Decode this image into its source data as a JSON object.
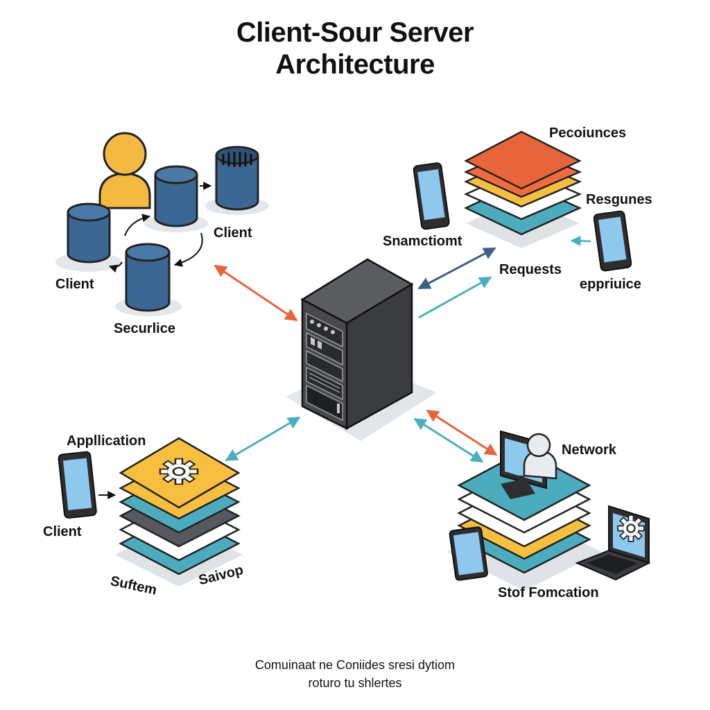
{
  "title": {
    "line1": "Client-Sour Server",
    "line2": "Architecture"
  },
  "labels": {
    "client_db_right": "Client",
    "client_db_left": "Client",
    "securlice": "Securlice",
    "pecoiunces": "Pecoiunces",
    "resgunes": "Resgunes",
    "snamctiomt": "Snamctiomt",
    "requests": "Requests",
    "eppriuice": "eppriuice",
    "application": "Appllication",
    "client_tablet": "Client",
    "suftem": "Suftem",
    "saivop": "Saivop",
    "network": "Network",
    "stof_fomcation": "Stof Fomcation"
  },
  "caption": {
    "line1": "Comuinaat ne Coniides sresi dytiom",
    "line2": "roturo tu shlertes"
  },
  "colors": {
    "db_blue": "#3c6793",
    "person_yellow": "#f4b942",
    "layer_orange": "#e8643a",
    "layer_yellow": "#f6bf3f",
    "layer_teal": "#4cabbc",
    "server_dark": "#3b3c3f",
    "arrow_orange": "#e8643a",
    "arrow_teal": "#4cafbf",
    "arrow_navy": "#3d5f86",
    "screen_blue": "#8ec8ec"
  },
  "icons": [
    "user-icon",
    "database-icon",
    "server-rack-icon",
    "tablet-icon",
    "gear-icon",
    "monitor-icon",
    "laptop-icon",
    "layer-stack-icon"
  ]
}
